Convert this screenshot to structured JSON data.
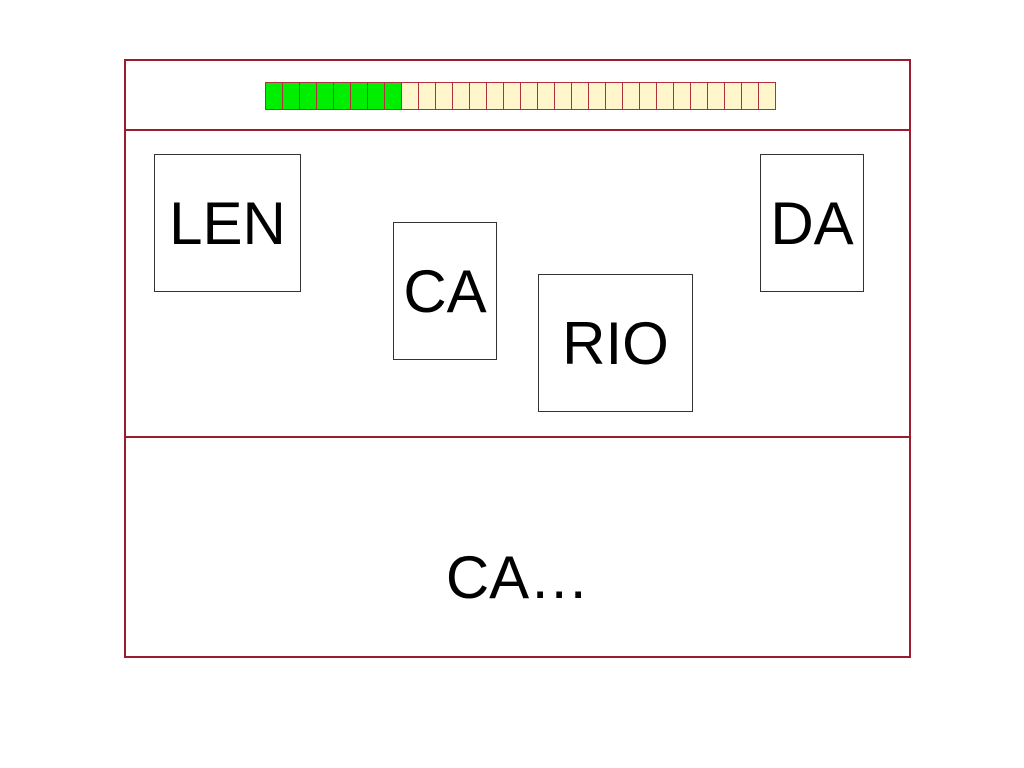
{
  "progress": {
    "filled": 8,
    "total": 30,
    "filled_color": "#00ee00",
    "empty_color": "#fff6cc"
  },
  "cards": [
    {
      "id": "len",
      "label": "LEN"
    },
    {
      "id": "ca",
      "label": "CA"
    },
    {
      "id": "rio",
      "label": "RIO"
    },
    {
      "id": "da",
      "label": "DA"
    }
  ],
  "answer": {
    "text": "CA…"
  },
  "colors": {
    "frame": "#9b1c31"
  }
}
